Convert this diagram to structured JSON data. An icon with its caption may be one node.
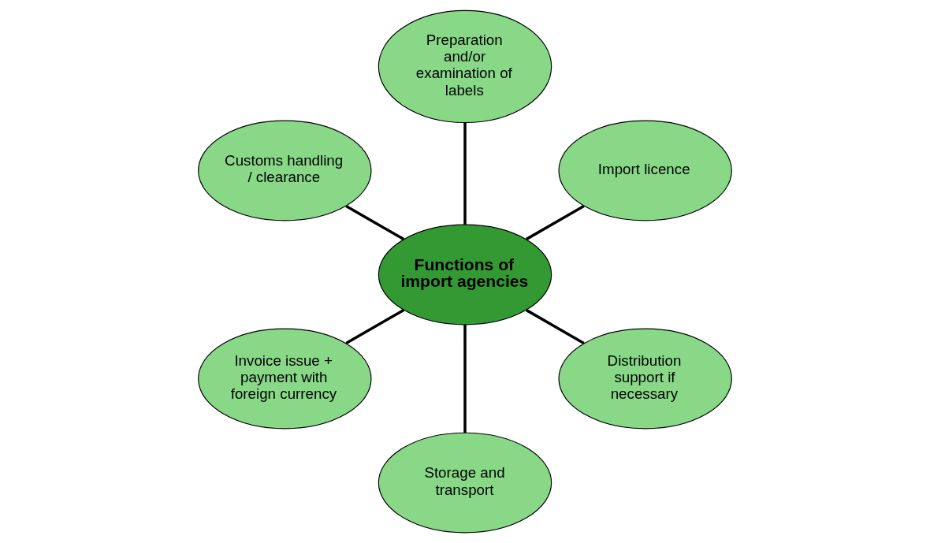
{
  "diagram": {
    "nodes": [
      {
        "text": [
          "Import licence"
        ]
      },
      {
        "text": [
          "Preparation and/or examination of labels"
        ]
      },
      {
        "text": [
          "Customs handling / clearance"
        ]
      },
      {
        "text": [
          "Functions of import agencies"
        ]
      },
      {
        "text": [
          "Invoice issue + payment with foreign currency"
        ]
      },
      {
        "text": [
          "Storage and transport"
        ]
      },
      {
        "text": [
          "Distribution support if necessary"
        ]
      }
    ],
    "edges": [
      {
        "from": 3,
        "to": 0,
        "arrow": "none"
      },
      {
        "from": 3,
        "to": 2,
        "arrow": "none"
      },
      {
        "from": 3,
        "to": 5,
        "arrow": "none"
      },
      {
        "from": 3,
        "to": 6,
        "arrow": "none"
      },
      {
        "from": 3,
        "to": 4,
        "arrow": "none"
      },
      {
        "from": 3,
        "to": 1,
        "arrow": "none"
      }
    ]
  }
}
